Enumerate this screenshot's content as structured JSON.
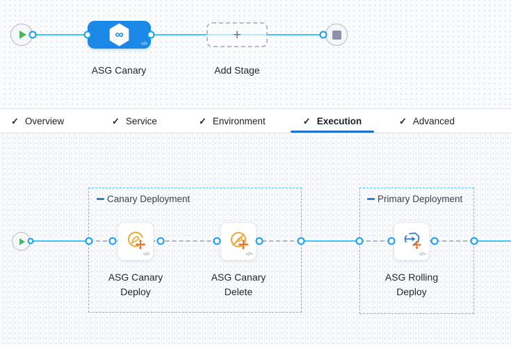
{
  "stage_graph": {
    "stage_label": "ASG Canary",
    "stage_icon": "cd-hexagon-infinity-icon",
    "infinity_glyph": "∞",
    "stage_code_glyph": "</>",
    "add_stage_label": "Add Stage",
    "add_stage_plus": "+"
  },
  "tabs": {
    "check_glyph": "✓",
    "items": [
      {
        "label": "Overview",
        "checked": true,
        "active": false
      },
      {
        "label": "Service",
        "checked": true,
        "active": false
      },
      {
        "label": "Environment",
        "checked": true,
        "active": false
      },
      {
        "label": "Execution",
        "checked": true,
        "active": true
      },
      {
        "label": "Advanced",
        "checked": true,
        "active": false
      }
    ]
  },
  "execution_graph": {
    "groups": [
      {
        "label": "Canary Deployment"
      },
      {
        "label": "Primary Deployment"
      }
    ],
    "steps": [
      {
        "label": "ASG Canary Deploy",
        "icon": "asg-canary-deploy-icon",
        "code_glyph": "</>"
      },
      {
        "label": "ASG Canary Delete",
        "icon": "asg-canary-delete-icon",
        "code_glyph": "</>"
      },
      {
        "label": "ASG Rolling Deploy",
        "icon": "asg-rolling-deploy-icon",
        "code_glyph": "</>"
      }
    ]
  },
  "colors": {
    "stage_blue": "#1b87e6",
    "line_blue": "#41c3f3",
    "connector_ring_blue": "#0f9ff0",
    "tab_underline_blue": "#2071cc",
    "group_border_blue": "#4cc6f4",
    "dashed_line_gray": "#b0b4c0",
    "play_green": "#4cb85e",
    "stop_square_gray": "#8f91a8",
    "icon_gold": "#f0a62f",
    "icon_orange": "#e8762d",
    "rolling_icon_blue": "#2e7fd0",
    "canvas_bg": "#fafbfc"
  }
}
